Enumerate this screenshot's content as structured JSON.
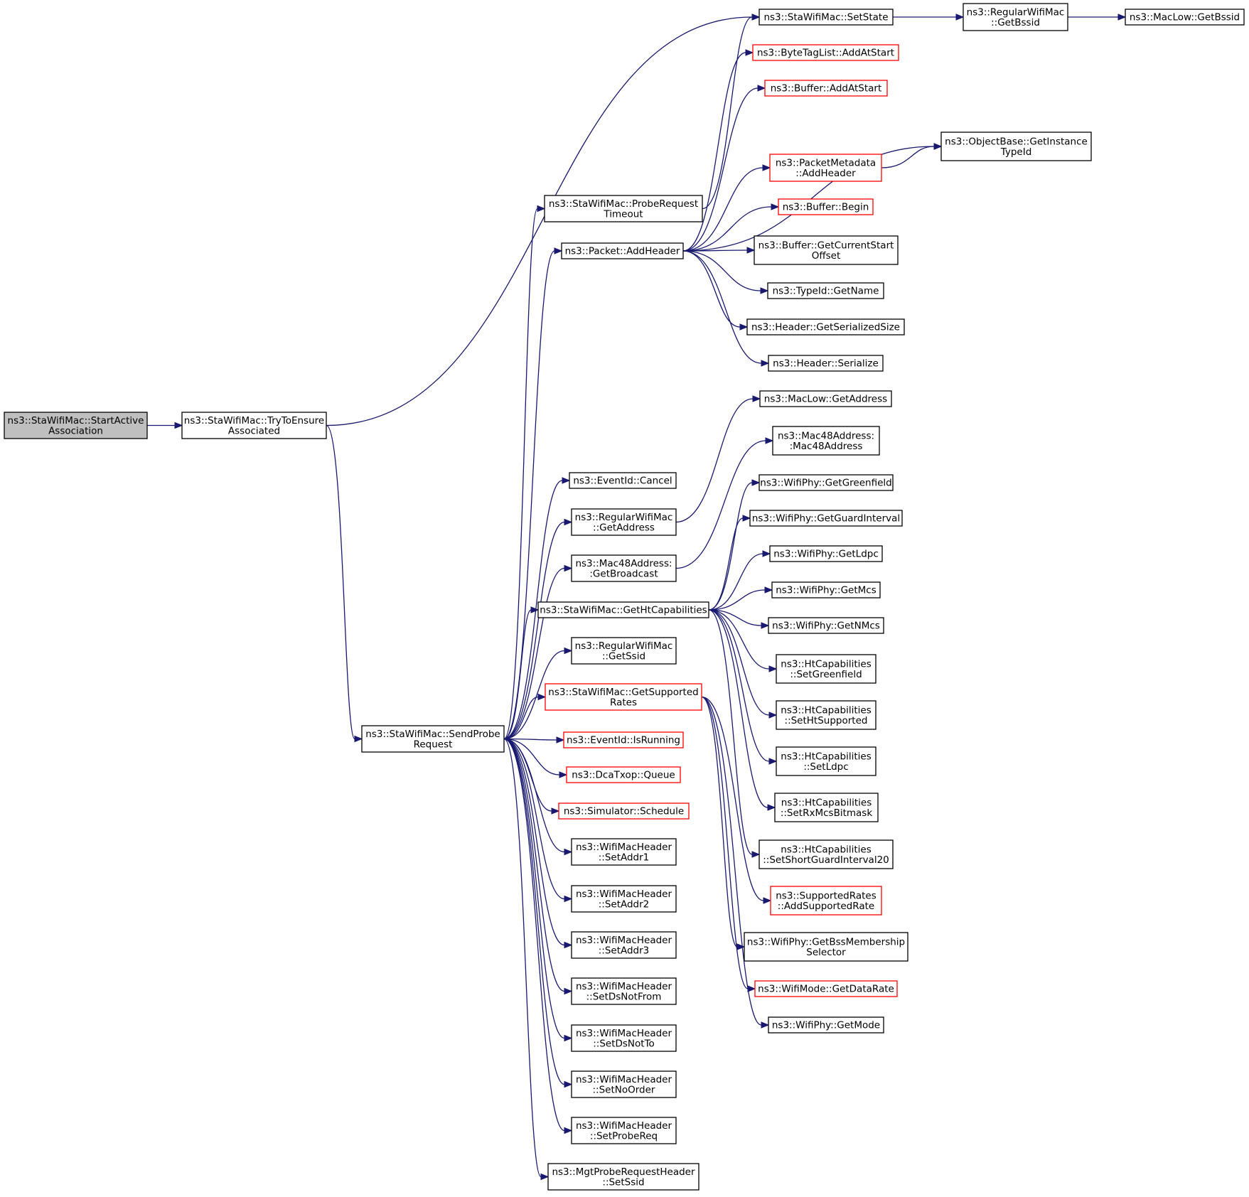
{
  "graph": {
    "title": "",
    "colors": {
      "edge": "#191970",
      "truncated_border": "#ff0000",
      "root_fill": "#bfbfbf",
      "node_border": "#000000"
    },
    "nodes": [
      {
        "id": "start_active",
        "lines": [
          "ns3::StaWifiMac::StartActive",
          "Association"
        ],
        "root": true
      },
      {
        "id": "try_ensure",
        "lines": [
          "ns3::StaWifiMac::TryToEnsure",
          "Associated"
        ]
      },
      {
        "id": "send_probe",
        "lines": [
          "ns3::StaWifiMac::SendProbe",
          "Request"
        ]
      },
      {
        "id": "probe_timeout",
        "lines": [
          "ns3::StaWifiMac::ProbeRequest",
          "Timeout"
        ]
      },
      {
        "id": "pkt_addheader",
        "lines": [
          "ns3::Packet::AddHeader"
        ]
      },
      {
        "id": "eventid_cancel",
        "lines": [
          "ns3::EventId::Cancel"
        ]
      },
      {
        "id": "rwm_getaddress",
        "lines": [
          "ns3::RegularWifiMac",
          "::GetAddress"
        ]
      },
      {
        "id": "mac48_bcast",
        "lines": [
          "ns3::Mac48Address:",
          ":GetBroadcast"
        ]
      },
      {
        "id": "get_htcap",
        "lines": [
          "ns3::StaWifiMac::GetHtCapabilities"
        ]
      },
      {
        "id": "rwm_getssid",
        "lines": [
          "ns3::RegularWifiMac",
          "::GetSsid"
        ]
      },
      {
        "id": "get_suprates",
        "lines": [
          "ns3::StaWifiMac::GetSupported",
          "Rates"
        ],
        "truncated": true
      },
      {
        "id": "eventid_isrunning",
        "lines": [
          "ns3::EventId::IsRunning"
        ],
        "truncated": true
      },
      {
        "id": "dcatxop_queue",
        "lines": [
          "ns3::DcaTxop::Queue"
        ],
        "truncated": true
      },
      {
        "id": "sim_schedule",
        "lines": [
          "ns3::Simulator::Schedule"
        ],
        "truncated": true
      },
      {
        "id": "wmh_addr1",
        "lines": [
          "ns3::WifiMacHeader",
          "::SetAddr1"
        ]
      },
      {
        "id": "wmh_addr2",
        "lines": [
          "ns3::WifiMacHeader",
          "::SetAddr2"
        ]
      },
      {
        "id": "wmh_addr3",
        "lines": [
          "ns3::WifiMacHeader",
          "::SetAddr3"
        ]
      },
      {
        "id": "wmh_dsnotfrom",
        "lines": [
          "ns3::WifiMacHeader",
          "::SetDsNotFrom"
        ]
      },
      {
        "id": "wmh_dsnotto",
        "lines": [
          "ns3::WifiMacHeader",
          "::SetDsNotTo"
        ]
      },
      {
        "id": "wmh_noorder",
        "lines": [
          "ns3::WifiMacHeader",
          "::SetNoOrder"
        ]
      },
      {
        "id": "wmh_probereq",
        "lines": [
          "ns3::WifiMacHeader",
          "::SetProbeReq"
        ]
      },
      {
        "id": "mgt_setssid",
        "lines": [
          "ns3::MgtProbeRequestHeader",
          "::SetSsid"
        ]
      },
      {
        "id": "sta_setstate",
        "lines": [
          "ns3::StaWifiMac::SetState"
        ]
      },
      {
        "id": "rwm_getbssid",
        "lines": [
          "ns3::RegularWifiMac",
          "::GetBssid"
        ]
      },
      {
        "id": "maclow_getbssid",
        "lines": [
          "ns3::MacLow::GetBssid"
        ]
      },
      {
        "id": "btl_addatstart",
        "lines": [
          "ns3::ByteTagList::AddAtStart"
        ],
        "truncated": true
      },
      {
        "id": "buf_addatstart",
        "lines": [
          "ns3::Buffer::AddAtStart"
        ],
        "truncated": true
      },
      {
        "id": "objbase_gettypeid",
        "lines": [
          "ns3::ObjectBase::GetInstance",
          "TypeId"
        ]
      },
      {
        "id": "pmeta_addheader",
        "lines": [
          "ns3::PacketMetadata",
          "::AddHeader"
        ],
        "truncated": true
      },
      {
        "id": "buf_begin",
        "lines": [
          "ns3::Buffer::Begin"
        ],
        "truncated": true
      },
      {
        "id": "buf_curstart",
        "lines": [
          "ns3::Buffer::GetCurrentStart",
          "Offset"
        ]
      },
      {
        "id": "typeid_getname",
        "lines": [
          "ns3::TypeId::GetName"
        ]
      },
      {
        "id": "hdr_sersize",
        "lines": [
          "ns3::Header::GetSerializedSize"
        ]
      },
      {
        "id": "hdr_serialize",
        "lines": [
          "ns3::Header::Serialize"
        ]
      },
      {
        "id": "maclow_getaddress",
        "lines": [
          "ns3::MacLow::GetAddress"
        ]
      },
      {
        "id": "mac48_ctor",
        "lines": [
          "ns3::Mac48Address:",
          ":Mac48Address"
        ]
      },
      {
        "id": "phy_greenfield",
        "lines": [
          "ns3::WifiPhy::GetGreenfield"
        ]
      },
      {
        "id": "phy_guardint",
        "lines": [
          "ns3::WifiPhy::GetGuardInterval"
        ]
      },
      {
        "id": "phy_ldpc",
        "lines": [
          "ns3::WifiPhy::GetLdpc"
        ]
      },
      {
        "id": "phy_mcs",
        "lines": [
          "ns3::WifiPhy::GetMcs"
        ]
      },
      {
        "id": "phy_nmcs",
        "lines": [
          "ns3::WifiPhy::GetNMcs"
        ]
      },
      {
        "id": "htc_greenfield",
        "lines": [
          "ns3::HtCapabilities",
          "::SetGreenfield"
        ]
      },
      {
        "id": "htc_htsupported",
        "lines": [
          "ns3::HtCapabilities",
          "::SetHtSupported"
        ]
      },
      {
        "id": "htc_ldpc",
        "lines": [
          "ns3::HtCapabilities",
          "::SetLdpc"
        ]
      },
      {
        "id": "htc_rxmcs",
        "lines": [
          "ns3::HtCapabilities",
          "::SetRxMcsBitmask"
        ]
      },
      {
        "id": "htc_sgi20",
        "lines": [
          "ns3::HtCapabilities",
          "::SetShortGuardInterval20"
        ]
      },
      {
        "id": "sr_addrate",
        "lines": [
          "ns3::SupportedRates",
          "::AddSupportedRate"
        ],
        "truncated": true
      },
      {
        "id": "phy_bssmember",
        "lines": [
          "ns3::WifiPhy::GetBssMembership",
          "Selector"
        ]
      },
      {
        "id": "mode_datarate",
        "lines": [
          "ns3::WifiMode::GetDataRate"
        ],
        "truncated": true
      },
      {
        "id": "phy_getmode",
        "lines": [
          "ns3::WifiPhy::GetMode"
        ]
      }
    ],
    "edges": [
      [
        "start_active",
        "try_ensure"
      ],
      [
        "try_ensure",
        "sta_setstate"
      ],
      [
        "try_ensure",
        "send_probe"
      ],
      [
        "sta_setstate",
        "rwm_getbssid"
      ],
      [
        "rwm_getbssid",
        "maclow_getbssid"
      ],
      [
        "probe_timeout",
        "sta_setstate"
      ],
      [
        "send_probe",
        "probe_timeout"
      ],
      [
        "send_probe",
        "pkt_addheader"
      ],
      [
        "send_probe",
        "eventid_cancel"
      ],
      [
        "send_probe",
        "rwm_getaddress"
      ],
      [
        "send_probe",
        "mac48_bcast"
      ],
      [
        "send_probe",
        "get_htcap"
      ],
      [
        "send_probe",
        "rwm_getssid"
      ],
      [
        "send_probe",
        "get_suprates"
      ],
      [
        "send_probe",
        "eventid_isrunning"
      ],
      [
        "send_probe",
        "dcatxop_queue"
      ],
      [
        "send_probe",
        "sim_schedule"
      ],
      [
        "send_probe",
        "wmh_addr1"
      ],
      [
        "send_probe",
        "wmh_addr2"
      ],
      [
        "send_probe",
        "wmh_addr3"
      ],
      [
        "send_probe",
        "wmh_dsnotfrom"
      ],
      [
        "send_probe",
        "wmh_dsnotto"
      ],
      [
        "send_probe",
        "wmh_noorder"
      ],
      [
        "send_probe",
        "wmh_probereq"
      ],
      [
        "send_probe",
        "mgt_setssid"
      ],
      [
        "pkt_addheader",
        "btl_addatstart"
      ],
      [
        "pkt_addheader",
        "buf_addatstart"
      ],
      [
        "pkt_addheader",
        "objbase_gettypeid"
      ],
      [
        "pkt_addheader",
        "pmeta_addheader"
      ],
      [
        "pkt_addheader",
        "buf_begin"
      ],
      [
        "pkt_addheader",
        "buf_curstart"
      ],
      [
        "pkt_addheader",
        "typeid_getname"
      ],
      [
        "pkt_addheader",
        "hdr_sersize"
      ],
      [
        "pkt_addheader",
        "hdr_serialize"
      ],
      [
        "pmeta_addheader",
        "objbase_gettypeid"
      ],
      [
        "rwm_getaddress",
        "maclow_getaddress"
      ],
      [
        "mac48_bcast",
        "mac48_ctor"
      ],
      [
        "get_htcap",
        "phy_greenfield"
      ],
      [
        "get_htcap",
        "phy_guardint"
      ],
      [
        "get_htcap",
        "phy_ldpc"
      ],
      [
        "get_htcap",
        "phy_mcs"
      ],
      [
        "get_htcap",
        "phy_nmcs"
      ],
      [
        "get_htcap",
        "htc_greenfield"
      ],
      [
        "get_htcap",
        "htc_htsupported"
      ],
      [
        "get_htcap",
        "htc_ldpc"
      ],
      [
        "get_htcap",
        "htc_rxmcs"
      ],
      [
        "get_htcap",
        "htc_sgi20"
      ],
      [
        "get_suprates",
        "sr_addrate"
      ],
      [
        "get_suprates",
        "phy_bssmember"
      ],
      [
        "get_suprates",
        "mode_datarate"
      ],
      [
        "get_suprates",
        "phy_getmode"
      ]
    ]
  }
}
